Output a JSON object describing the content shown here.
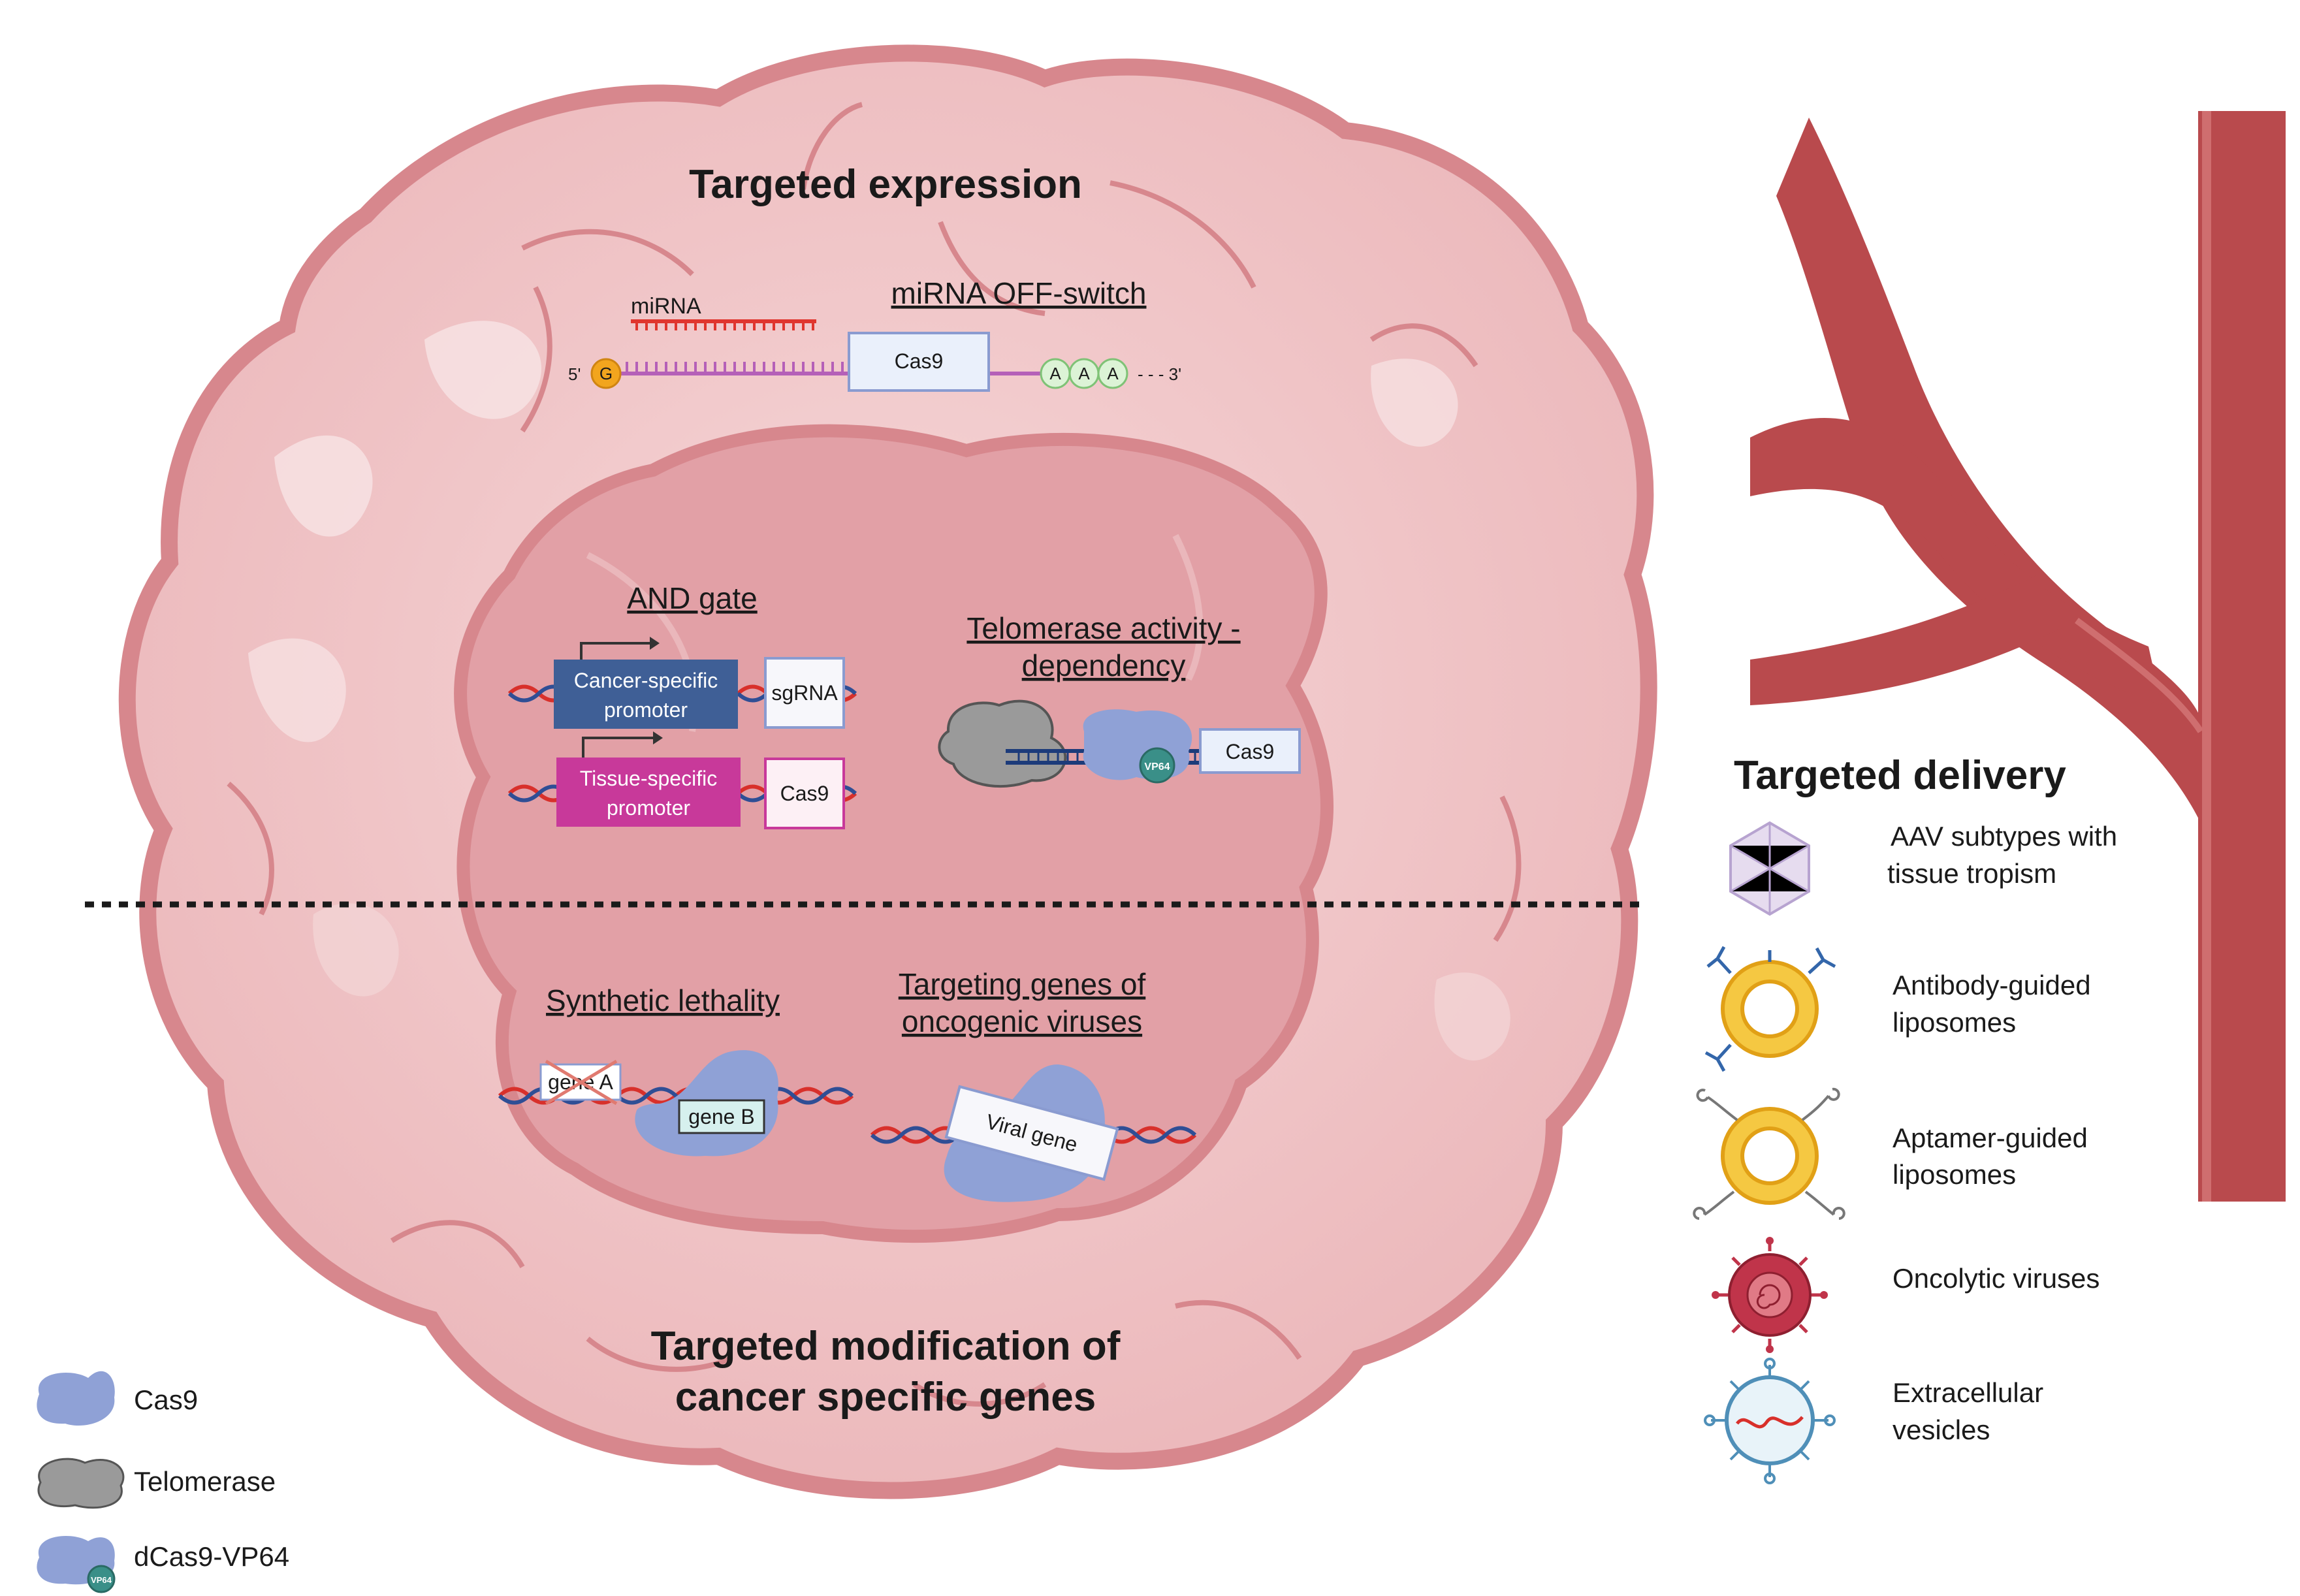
{
  "sections": {
    "top_title": "Targeted expression",
    "bottom_title_line1": "Targeted modification of",
    "bottom_title_line2": "cancer specific genes",
    "delivery_title": "Targeted delivery"
  },
  "mirna_switch": {
    "heading": "miRNA OFF-switch",
    "mirna_label": "miRNA",
    "five_prime": "5'",
    "cap": "G",
    "box": "Cas9",
    "polya": [
      "A",
      "A",
      "A"
    ],
    "three_prime": "- - - 3'"
  },
  "and_gate": {
    "heading": "AND gate",
    "promoter1_line1": "Cancer-specific",
    "promoter1_line2": "promoter",
    "target1": "sgRNA",
    "promoter2_line1": "Tissue-specific",
    "promoter2_line2": "promoter",
    "target2": "Cas9"
  },
  "telomerase": {
    "heading_line1": "Telomerase activity -",
    "heading_line2": "dependency",
    "vp_tag": "VP64",
    "box": "Cas9"
  },
  "synthetic_lethality": {
    "heading": "Synthetic lethality",
    "gene_a": "gene A",
    "gene_b": "gene B"
  },
  "viral_targeting": {
    "heading_line1": "Targeting genes of",
    "heading_line2": "oncogenic viruses",
    "box": "Viral gene"
  },
  "legend": [
    {
      "label": "Cas9",
      "icon": "cas9-blob-icon"
    },
    {
      "label": "Telomerase",
      "icon": "telomerase-blob-icon"
    },
    {
      "label": "dCas9-VP64",
      "icon": "dcas9-vp64-icon",
      "tag": "VP64"
    }
  ],
  "delivery": [
    {
      "line1": "AAV subtypes with",
      "line2": "tissue tropism",
      "icon": "aav-capsid-icon"
    },
    {
      "line1": "Antibody-guided",
      "line2": "liposomes",
      "icon": "antibody-liposome-icon"
    },
    {
      "line1": "Aptamer-guided",
      "line2": "liposomes",
      "icon": "aptamer-liposome-icon"
    },
    {
      "line1": "Oncolytic viruses",
      "line2": "",
      "icon": "oncolytic-virus-icon"
    },
    {
      "line1": "Extracellular",
      "line2": "vesicles",
      "icon": "extracellular-vesicle-icon"
    }
  ],
  "colors": {
    "cell_outer": "#efc4c6",
    "cell_border": "#d7878d",
    "nucleus": "#e2a0a6",
    "vessel": "#b94a4d",
    "cas9": "#8fa1d6",
    "telomerase": "#9a9a9a",
    "vp64": "#3a8f88",
    "cancer_promoter": "#3f5f96",
    "tissue_promoter": "#c8399a",
    "mirna": "#e0362e",
    "mrna": "#b560b8"
  }
}
